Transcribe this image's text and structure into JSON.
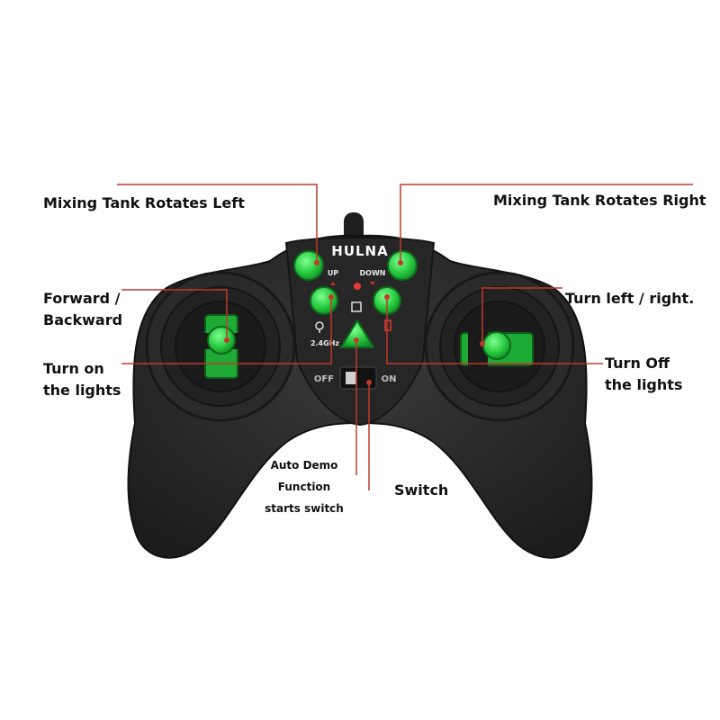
{
  "colors": {
    "background": "#ffffff",
    "controller_body": "#2b2b2b",
    "controller_shade": "#1a1a1a",
    "button_green": "#27c93f",
    "leader_line": "#c0392b",
    "label_text": "#111111"
  },
  "controller": {
    "brand": "HULNA",
    "up_label": "UP",
    "down_label": "DOWN",
    "freq_label": "2.4GHz",
    "off_label": "OFF",
    "on_label": "ON",
    "icons": [
      "light-bulb-icon",
      "chip-icon",
      "battery-icon"
    ]
  },
  "annotations": {
    "rotate_left": "Mixing Tank Rotates Left",
    "rotate_right": "Mixing Tank Rotates Right",
    "forward_backward": [
      "Forward /",
      "Backward"
    ],
    "turn_left_right": "Turn left / right.",
    "lights_on": [
      "Turn on",
      "the lights"
    ],
    "lights_off": [
      "Turn Off",
      "the lights"
    ],
    "auto_demo": [
      "Auto Demo",
      "Function",
      "starts switch"
    ],
    "switch": "Switch"
  }
}
